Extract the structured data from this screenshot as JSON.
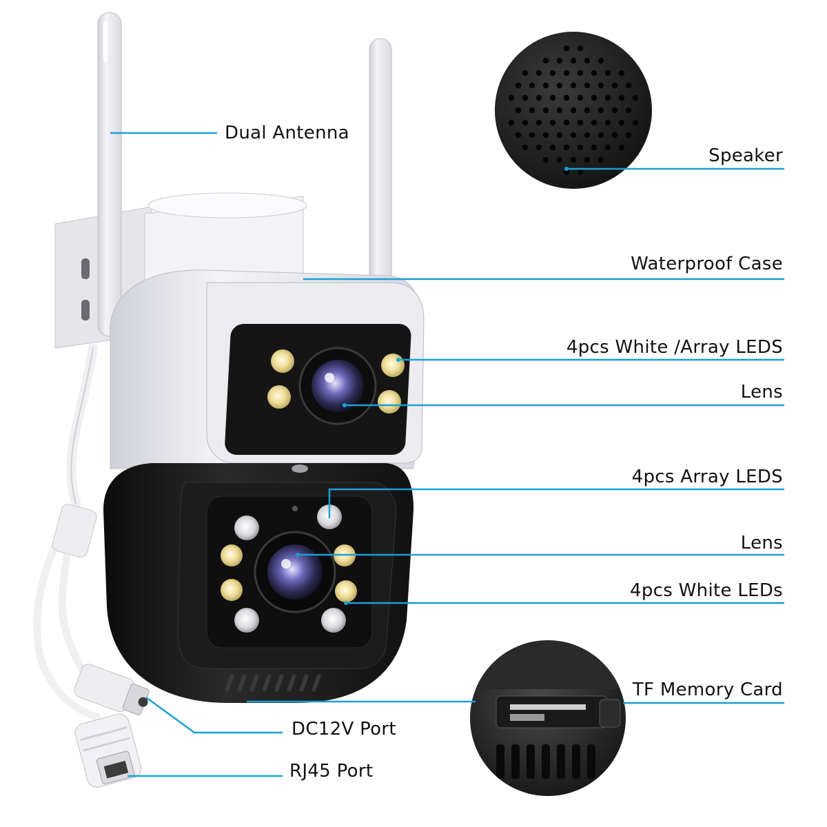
{
  "colors": {
    "callout_line": "#1a9fd6",
    "label_text": "#111111",
    "housing_white": "#e9e9ee",
    "housing_black": "#151515"
  },
  "labels": {
    "dual_antenna": "Dual Antenna",
    "speaker": "Speaker",
    "waterproof_case": "Waterproof Case",
    "white_array_leds": "4pcs White /Array LEDS",
    "lens_top": "Lens",
    "array_leds": "4pcs Array LEDS",
    "lens_bottom": "Lens",
    "white_leds": "4pcs White LEDs",
    "tf_card": "TF Memory Card",
    "dc12v_port": "DC12V Port",
    "rj45_port": "RJ45 Port"
  }
}
